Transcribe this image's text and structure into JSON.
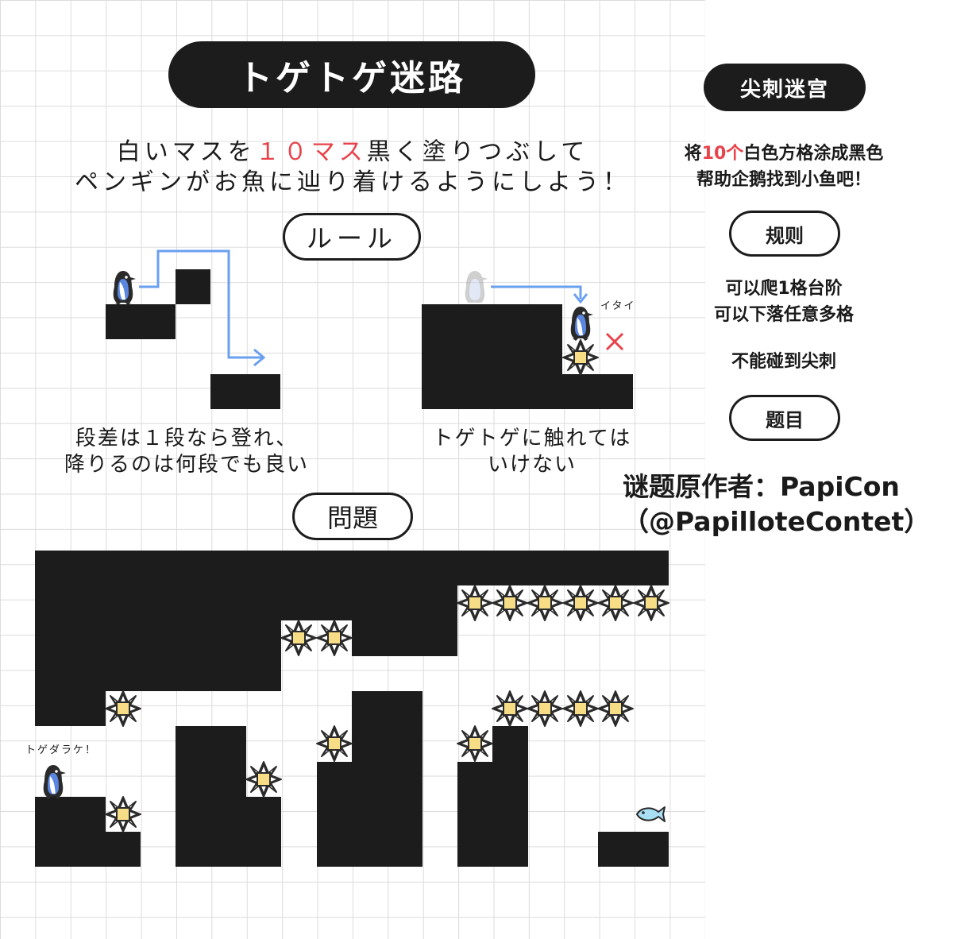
{
  "title": "トゲトゲ迷路",
  "title_cn": "尖刺迷宫",
  "instructions_jp": {
    "line1_pre": "白いマスを",
    "line1_highlight": "１０マス",
    "line1_post": "黒く塗りつぶして",
    "line2": "ペンギンがお魚に辿り着けるようにしよう！"
  },
  "instructions_cn": {
    "line1_pre": "将",
    "line1_highlight": "10个",
    "line1_post": "白色方格涂成黑色",
    "line2": "帮助企鹅找到小鱼吧！"
  },
  "rules_label_jp": "ルール",
  "rules_label_cn": "规则",
  "rules_cn": [
    "可以爬1格台阶",
    "可以下落任意多格",
    "不能碰到尖刺"
  ],
  "rule1_caption": [
    "段差は１段なら登れ、",
    "降りるのは何段でも良い"
  ],
  "rule2_caption": [
    "トゲトゲに触れては",
    "いけない"
  ],
  "rule2_bubble": "イタイ",
  "problem_label_jp": "問題",
  "problem_label_cn": "题目",
  "author": [
    "谜题原作者：PapiCon",
    "（@PapilloteContet）"
  ],
  "penguin_bubble": "トゲダラケ！",
  "icons": [
    "penguin-icon",
    "fish-icon",
    "spike-icon",
    "cross-icon",
    "arrow-icon"
  ],
  "colors": {
    "accent_red": "#e8434b",
    "block": "#1c1c1c",
    "spike_core": "#f7dd86",
    "penguin_blue": "#5b86e0",
    "fish": "#a9dff5",
    "arrow": "#6aa0f0"
  }
}
